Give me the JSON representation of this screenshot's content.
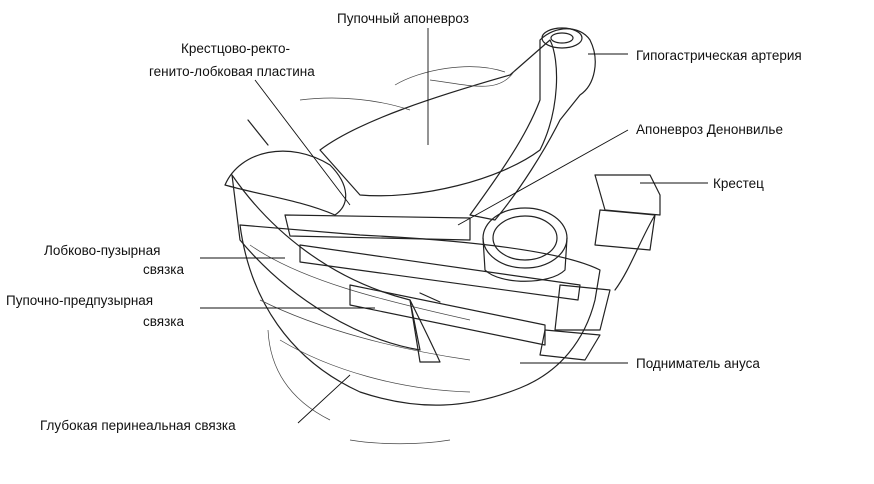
{
  "labels": {
    "umbilical_aponeurosis": "Пупочный апоневроз",
    "sacro_recto_genito_pubic_line1": "Крестцово-ректо-",
    "sacro_recto_genito_pubic_line2": "генито-лобковая пластина",
    "hypogastric_artery": "Гипогастрическая артерия",
    "denonvilliers_aponeurosis": "Апоневроз Денонвилье",
    "sacrum": "Крестец",
    "pubovesical_line1": "Лобково-пузырная",
    "pubovesical_line2": "связка",
    "umbilicoprevesical_line1": "Пупочно-предпузырная",
    "umbilicoprevesical_line2": "связка",
    "levator_ani": "Подниматель ануса",
    "deep_perineal": "Глубокая перинеальная связка"
  },
  "colors": {
    "ink": "#222222",
    "label_text": "#111111",
    "background": "#ffffff"
  }
}
